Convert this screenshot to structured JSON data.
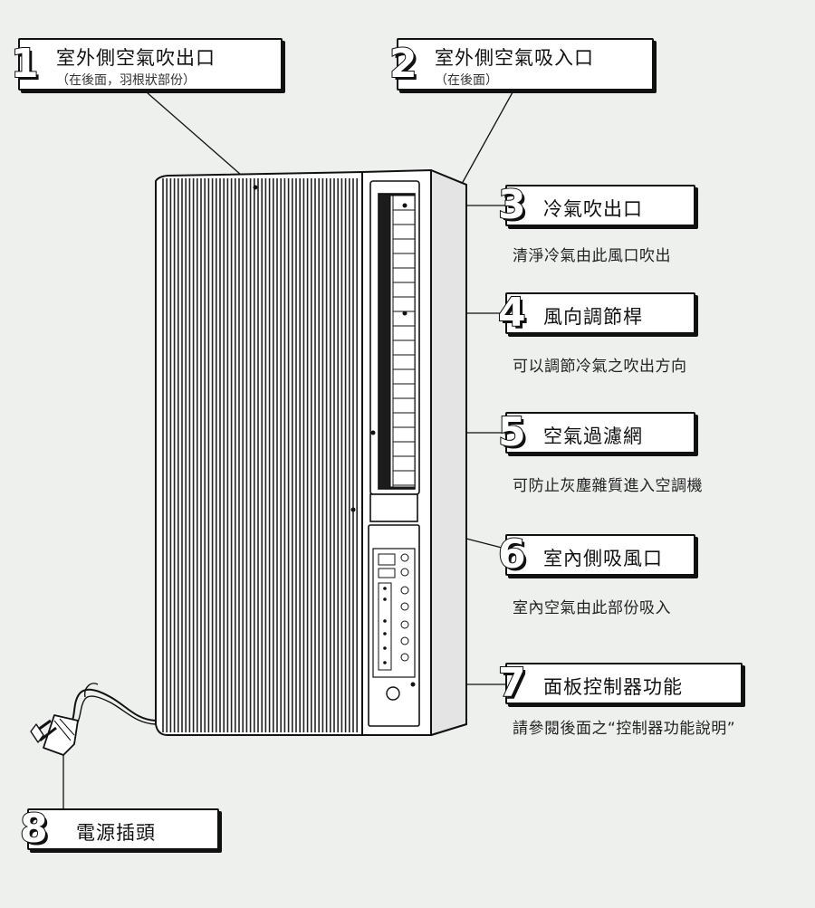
{
  "callouts": [
    {
      "number": "1",
      "title": "室外側空氣吹出口",
      "sub": "（在後面，羽根狀部份）"
    },
    {
      "number": "2",
      "title": "室外側空氣吸入口",
      "sub": "（在後面）"
    },
    {
      "number": "3",
      "title": "冷氣吹出口",
      "desc": "清淨冷氣由此風口吹出"
    },
    {
      "number": "4",
      "title": "風向調節桿",
      "desc": "可以調節冷氣之吹出方向"
    },
    {
      "number": "5",
      "title": "空氣過濾網",
      "desc": "可防止灰塵雜質進入空調機"
    },
    {
      "number": "6",
      "title": "室內側吸風口",
      "desc": "室內空氣由此部份吸入"
    },
    {
      "number": "7",
      "title": "面板控制器功能",
      "desc": "請參閱後面之“控制器功能說明”"
    },
    {
      "number": "8",
      "title": "電源插頭"
    }
  ]
}
